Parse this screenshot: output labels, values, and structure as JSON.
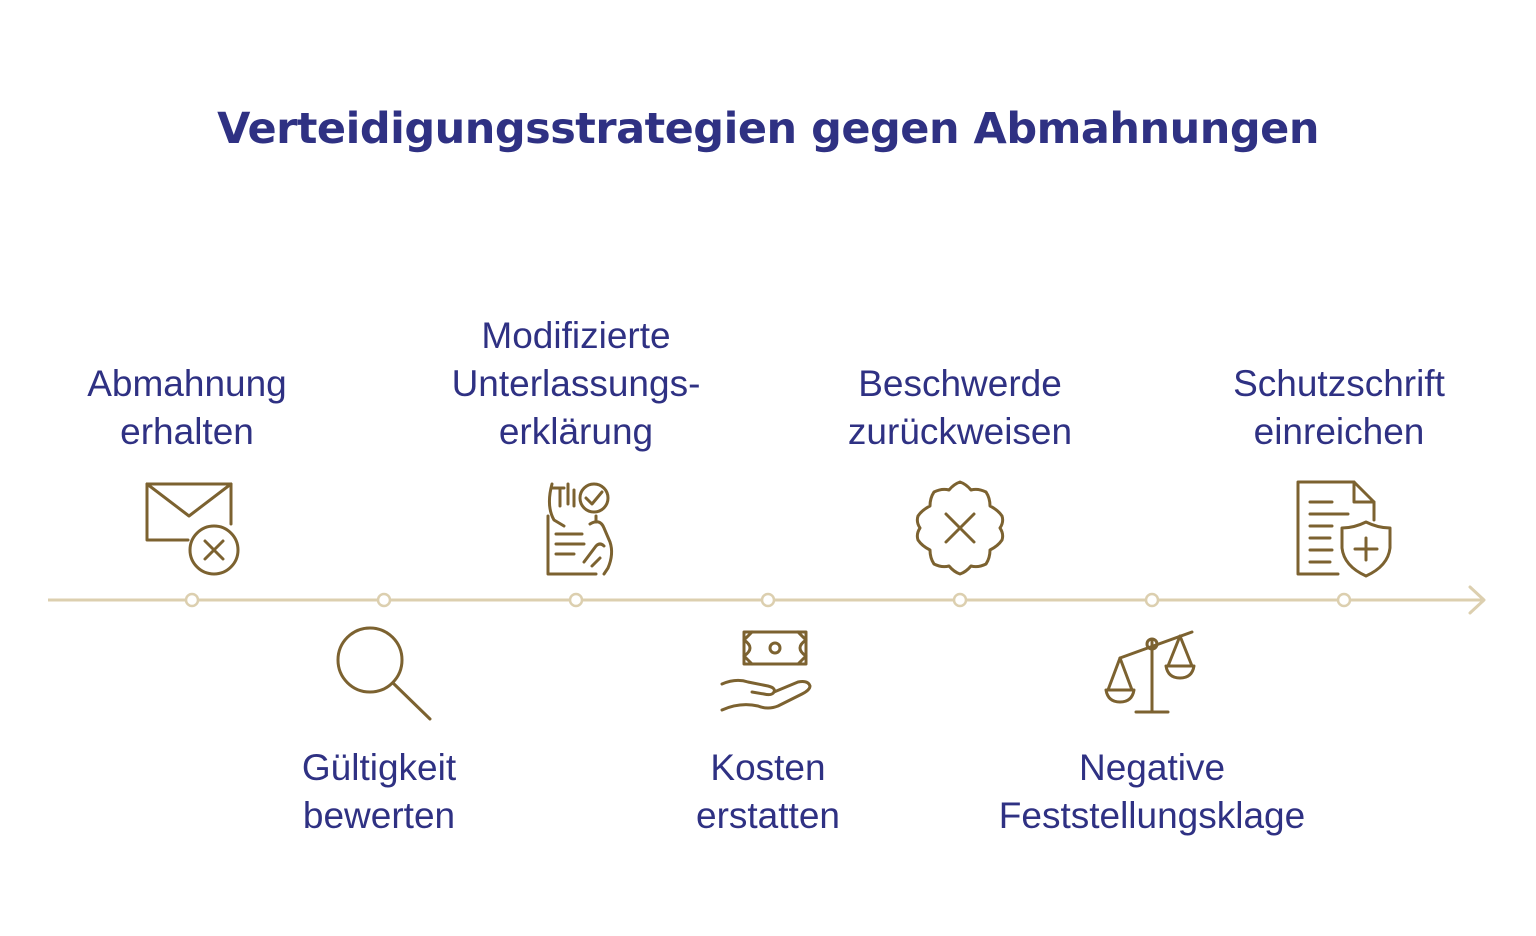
{
  "title": "Verteidigungsstrategien gegen Abmahnungen",
  "colors": {
    "title": "#2f3183",
    "text": "#2f3183",
    "icon": "#7c6230",
    "line": "#dccfaf"
  },
  "steps": [
    {
      "label": "Abmahnung\nerhalten",
      "icon": "envelope-x-icon"
    },
    {
      "label": "Gültigkeit\nbewerten",
      "icon": "magnifier-icon"
    },
    {
      "label": "Modifizierte\nUnterlassungs-\nerklärung",
      "icon": "signed-document-icon"
    },
    {
      "label": "Kosten\nerstatten",
      "icon": "money-hand-icon"
    },
    {
      "label": "Beschwerde\nzurückweisen",
      "icon": "badge-x-icon"
    },
    {
      "label": "Negative\nFeststellungsklage",
      "icon": "scales-icon"
    },
    {
      "label": "Schutzschrift\neinreichen",
      "icon": "document-shield-icon"
    }
  ]
}
